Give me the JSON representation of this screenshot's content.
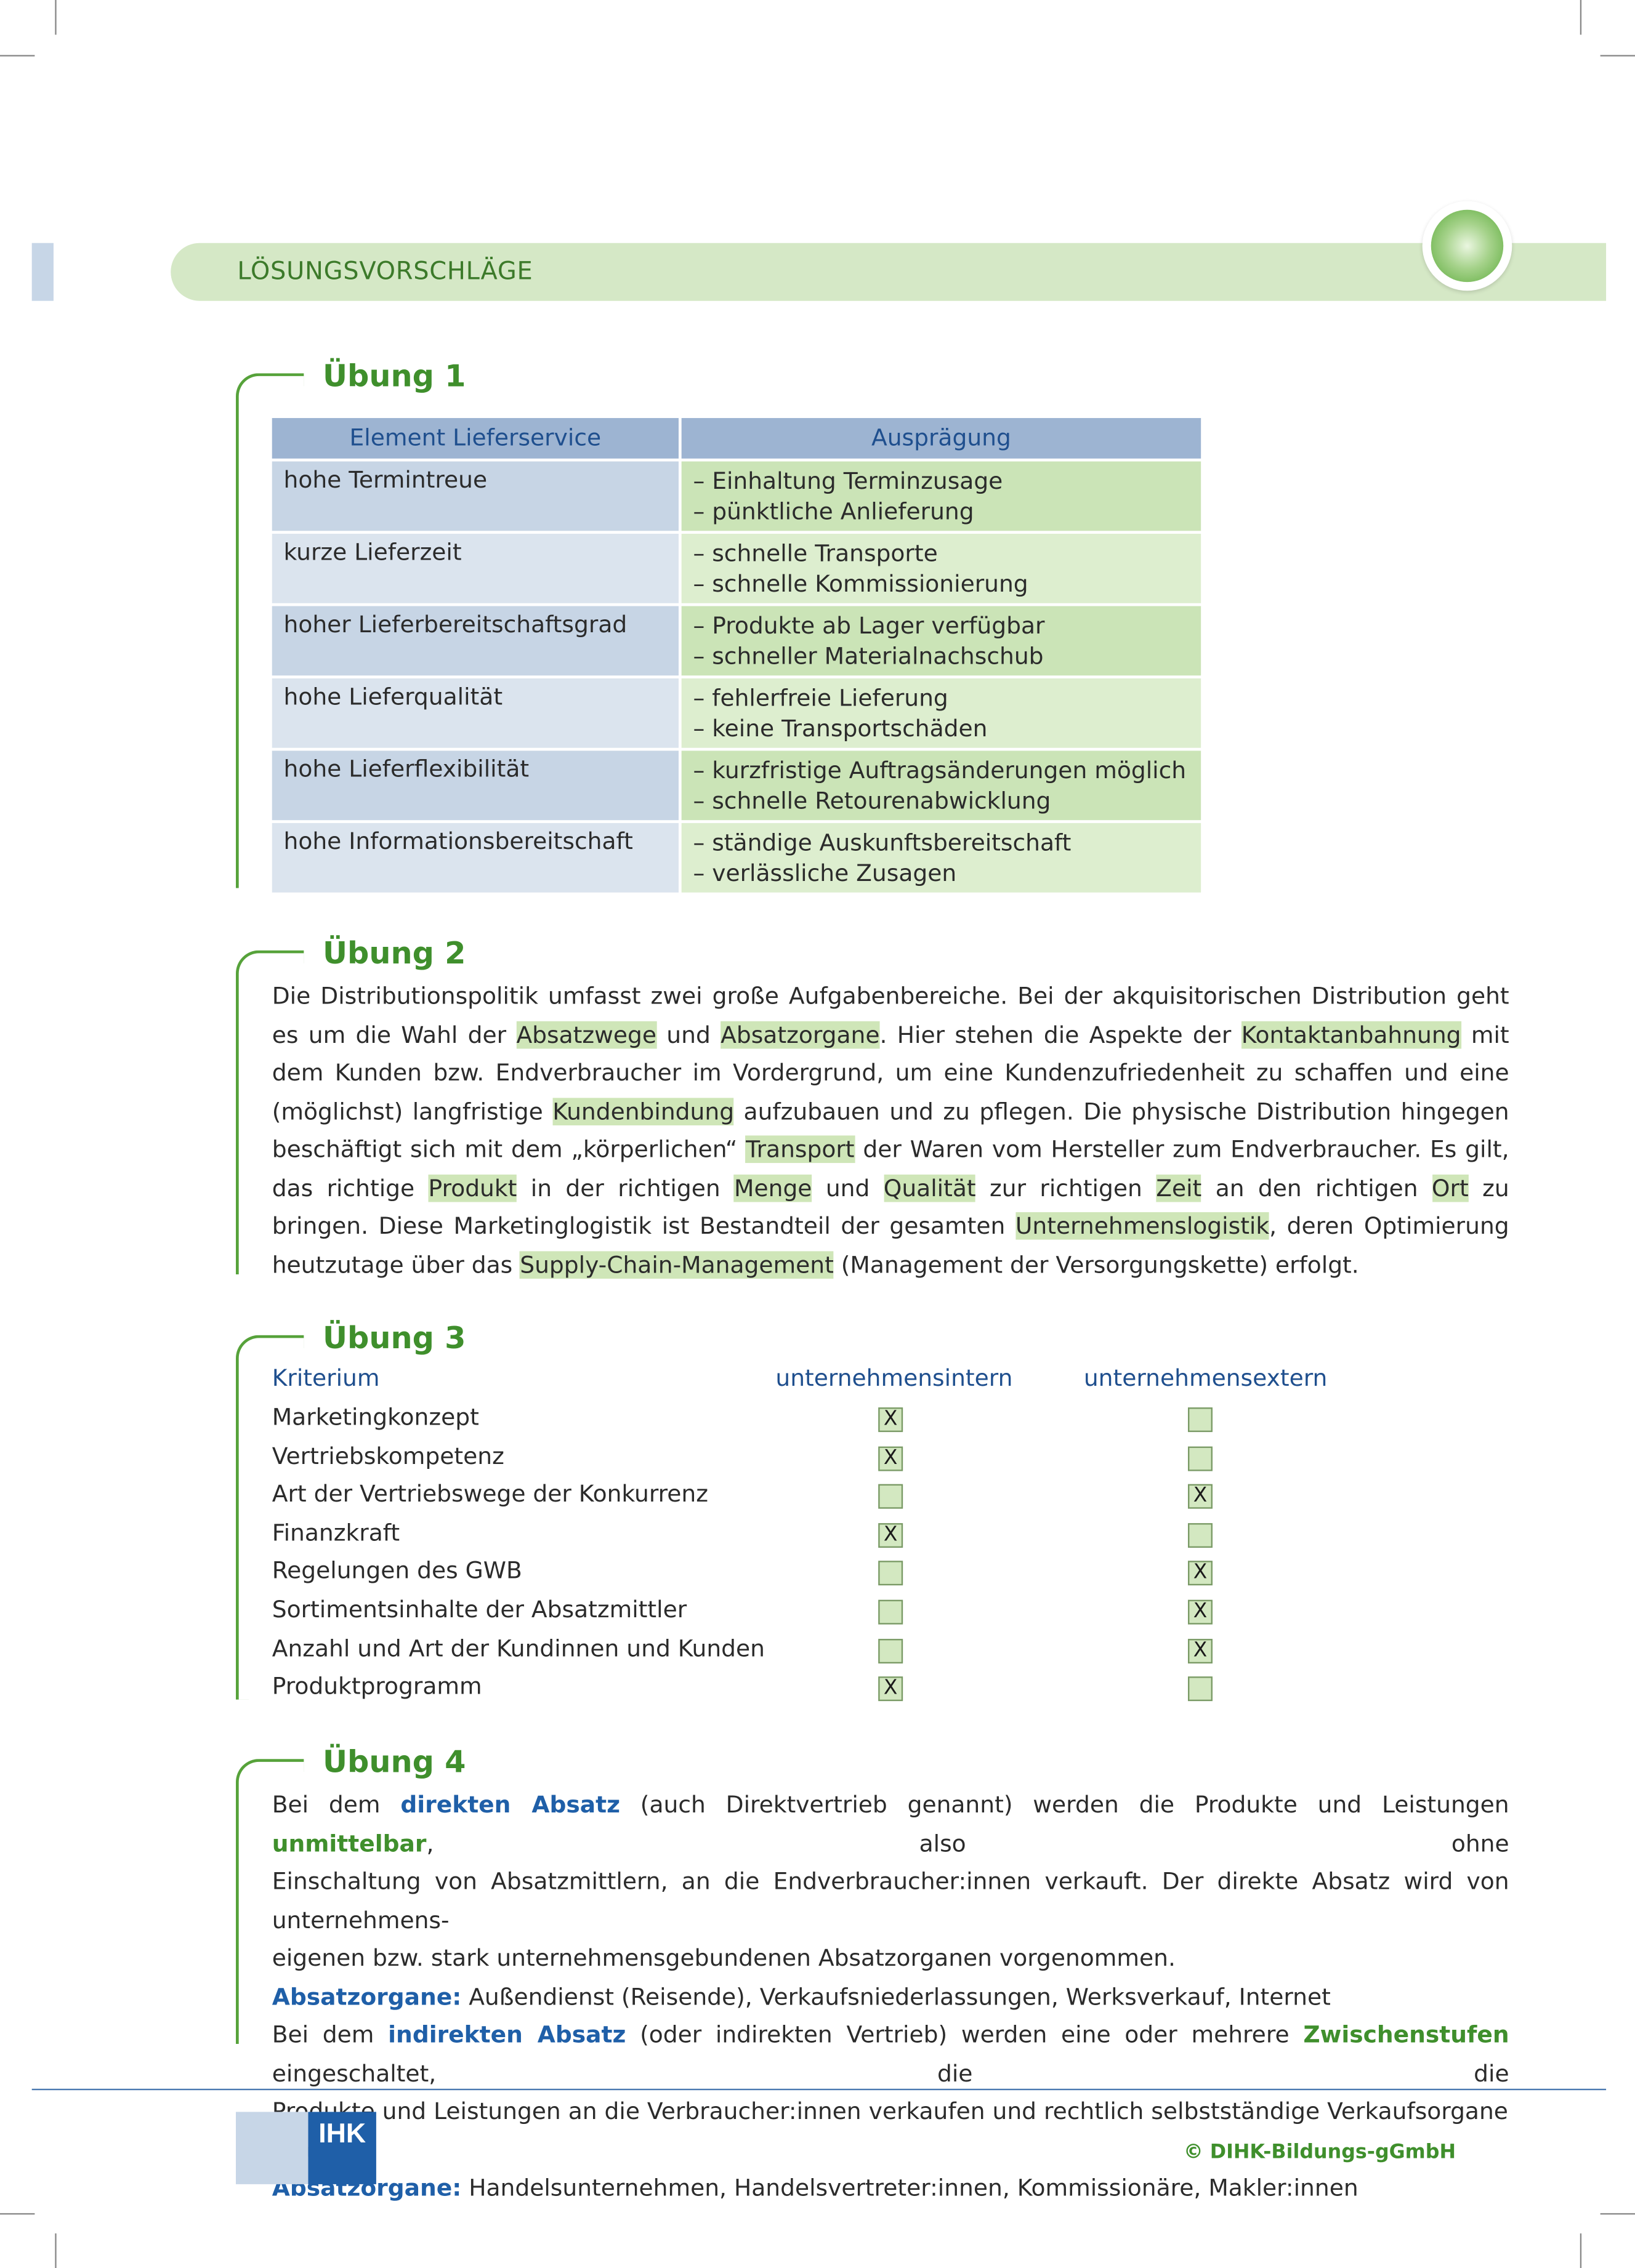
{
  "banner": {
    "title": "LÖSUNGSVORSCHLÄGE"
  },
  "exercise1": {
    "title": "Übung 1",
    "headers": [
      "Element Lieferservice",
      "Ausprägung"
    ],
    "rows": [
      {
        "element": "hohe Termintreue",
        "lines": [
          "– Einhaltung Terminzusage",
          "– pünktliche Anlieferung"
        ]
      },
      {
        "element": "kurze Lieferzeit",
        "lines": [
          "– schnelle Transporte",
          "– schnelle Kommissionierung"
        ]
      },
      {
        "element": "hoher Lieferbereitschaftsgrad",
        "lines": [
          "– Produkte ab Lager verfügbar",
          "– schneller Materialnachschub"
        ]
      },
      {
        "element": "hohe Lieferqualität",
        "lines": [
          "– fehlerfreie Lieferung",
          "– keine Transportschäden"
        ]
      },
      {
        "element": "hohe Lieferflexibilität",
        "lines": [
          "– kurzfristige Auftragsänderungen möglich",
          "– schnelle Retourenabwicklung"
        ]
      },
      {
        "element": "hohe Informationsbereitschaft",
        "lines": [
          "– ständige Auskunftsbereitschaft",
          "– verlässliche Zusagen"
        ]
      }
    ]
  },
  "exercise2": {
    "title": "Übung 2",
    "segments": [
      {
        "text": "Die Distributionspolitik umfasst zwei große Aufgabenbereiche. Bei der akquisitorischen Distribution geht es um die Wahl der ",
        "hl": false
      },
      {
        "text": "Absatzwege",
        "hl": true
      },
      {
        "text": " und ",
        "hl": false
      },
      {
        "text": "Absatzorgane",
        "hl": true
      },
      {
        "text": ". Hier stehen die Aspekte der ",
        "hl": false
      },
      {
        "text": "Kontaktanbahnung",
        "hl": true
      },
      {
        "text": " mit dem Kunden bzw. Endverbraucher im Vordergrund, um eine Kundenzufriedenheit zu schaffen und eine (möglichst) langfristige ",
        "hl": false
      },
      {
        "text": "Kundenbindung",
        "hl": true
      },
      {
        "text": " aufzubauen und zu pflegen. Die physische Distribution hingegen beschäftigt sich mit dem „kör­perlichen“ ",
        "hl": false
      },
      {
        "text": "Transport",
        "hl": true
      },
      {
        "text": " der Waren vom Hersteller zum Endverbraucher. Es gilt, das richtige ",
        "hl": false
      },
      {
        "text": "Produkt",
        "hl": true
      },
      {
        "text": " in der richtigen ",
        "hl": false
      },
      {
        "text": "Menge",
        "hl": true
      },
      {
        "text": " und ",
        "hl": false
      },
      {
        "text": "Qualität",
        "hl": true
      },
      {
        "text": " zur richtigen ",
        "hl": false
      },
      {
        "text": "Zeit",
        "hl": true
      },
      {
        "text": " an den richtigen ",
        "hl": false
      },
      {
        "text": "Ort",
        "hl": true
      },
      {
        "text": " zu bringen. Diese Marketinglogistik ist Bestandteil der gesamten ",
        "hl": false
      },
      {
        "text": "Unternehmenslogistik",
        "hl": true
      },
      {
        "text": ", deren Optimierung heutzutage über das ",
        "hl": false
      },
      {
        "text": "Supply-Chain-Management",
        "hl": true
      },
      {
        "text": " (Manage­ment der Versorgungskette) erfolgt.",
        "hl": false
      }
    ]
  },
  "exercise3": {
    "title": "Übung 3",
    "headers": [
      "Kriterium",
      "unternehmensintern",
      "unternehmensextern"
    ],
    "rows": [
      {
        "label": "Marketingkonzept",
        "intern": "X",
        "extern": ""
      },
      {
        "label": "Vertriebskompetenz",
        "intern": "X",
        "extern": ""
      },
      {
        "label": "Art der Vertriebswege der Konkurrenz",
        "intern": "",
        "extern": "X"
      },
      {
        "label": "Finanzkraft",
        "intern": "X",
        "extern": ""
      },
      {
        "label": "Regelungen des GWB",
        "intern": "",
        "extern": "X"
      },
      {
        "label": "Sortimentsinhalte der Absatzmittler",
        "intern": "",
        "extern": "X"
      },
      {
        "label": "Anzahl und Art der Kundinnen und Kunden",
        "intern": "",
        "extern": "X"
      },
      {
        "label": "Produktprogramm",
        "intern": "X",
        "extern": ""
      }
    ]
  },
  "exercise4": {
    "title": "Übung 4",
    "lines": [
      {
        "justify": true,
        "segments": [
          {
            "text": "Bei dem ",
            "style": ""
          },
          {
            "text": "direkten Absatz",
            "style": "kb"
          },
          {
            "text": " (auch Direktvertrieb genannt) werden die Produkte und Leistungen ",
            "style": ""
          },
          {
            "text": "unmittelbar",
            "style": "kg"
          },
          {
            "text": ", also ohne",
            "style": ""
          }
        ]
      },
      {
        "justify": true,
        "segments": [
          {
            "text": "Einschaltung von Absatzmittlern, an die Endverbraucher:innen verkauft. Der direkte Absatz wird von unternehmens-",
            "style": ""
          }
        ]
      },
      {
        "justify": false,
        "segments": [
          {
            "text": "eigenen bzw. stark unternehmensgebundenen Absatzorganen vorgenommen.",
            "style": ""
          }
        ]
      },
      {
        "justify": false,
        "segments": [
          {
            "text": "Absatzorgane:",
            "style": "kb"
          },
          {
            "text": " Außendienst (Reisende), Verkaufsniederlassungen, Werksverkauf, Internet",
            "style": ""
          }
        ]
      },
      {
        "justify": true,
        "segments": [
          {
            "text": "Bei dem ",
            "style": ""
          },
          {
            "text": "indirekten Absatz",
            "style": "kb"
          },
          {
            "text": " (oder indirekten Vertrieb) werden eine oder mehrere ",
            "style": ""
          },
          {
            "text": "Zwischenstufen",
            "style": "kg"
          },
          {
            "text": " eingeschaltet, die die",
            "style": ""
          }
        ]
      },
      {
        "justify": false,
        "segments": [
          {
            "text": "Produkte und Leistungen an die Verbraucher:innen verkaufen und rechtlich selbstständige Verkaufsorgane sind.",
            "style": ""
          }
        ]
      },
      {
        "justify": false,
        "segments": [
          {
            "text": "Absatzorgane:",
            "style": "kb"
          },
          {
            "text": " Handelsunternehmen, Handelsvertreter:innen, Kommissionäre, Makler:innen",
            "style": ""
          }
        ]
      }
    ]
  },
  "footer": {
    "logo_text": "IHK",
    "copyright": "© DIHK-Bildungs-gGmbH"
  }
}
